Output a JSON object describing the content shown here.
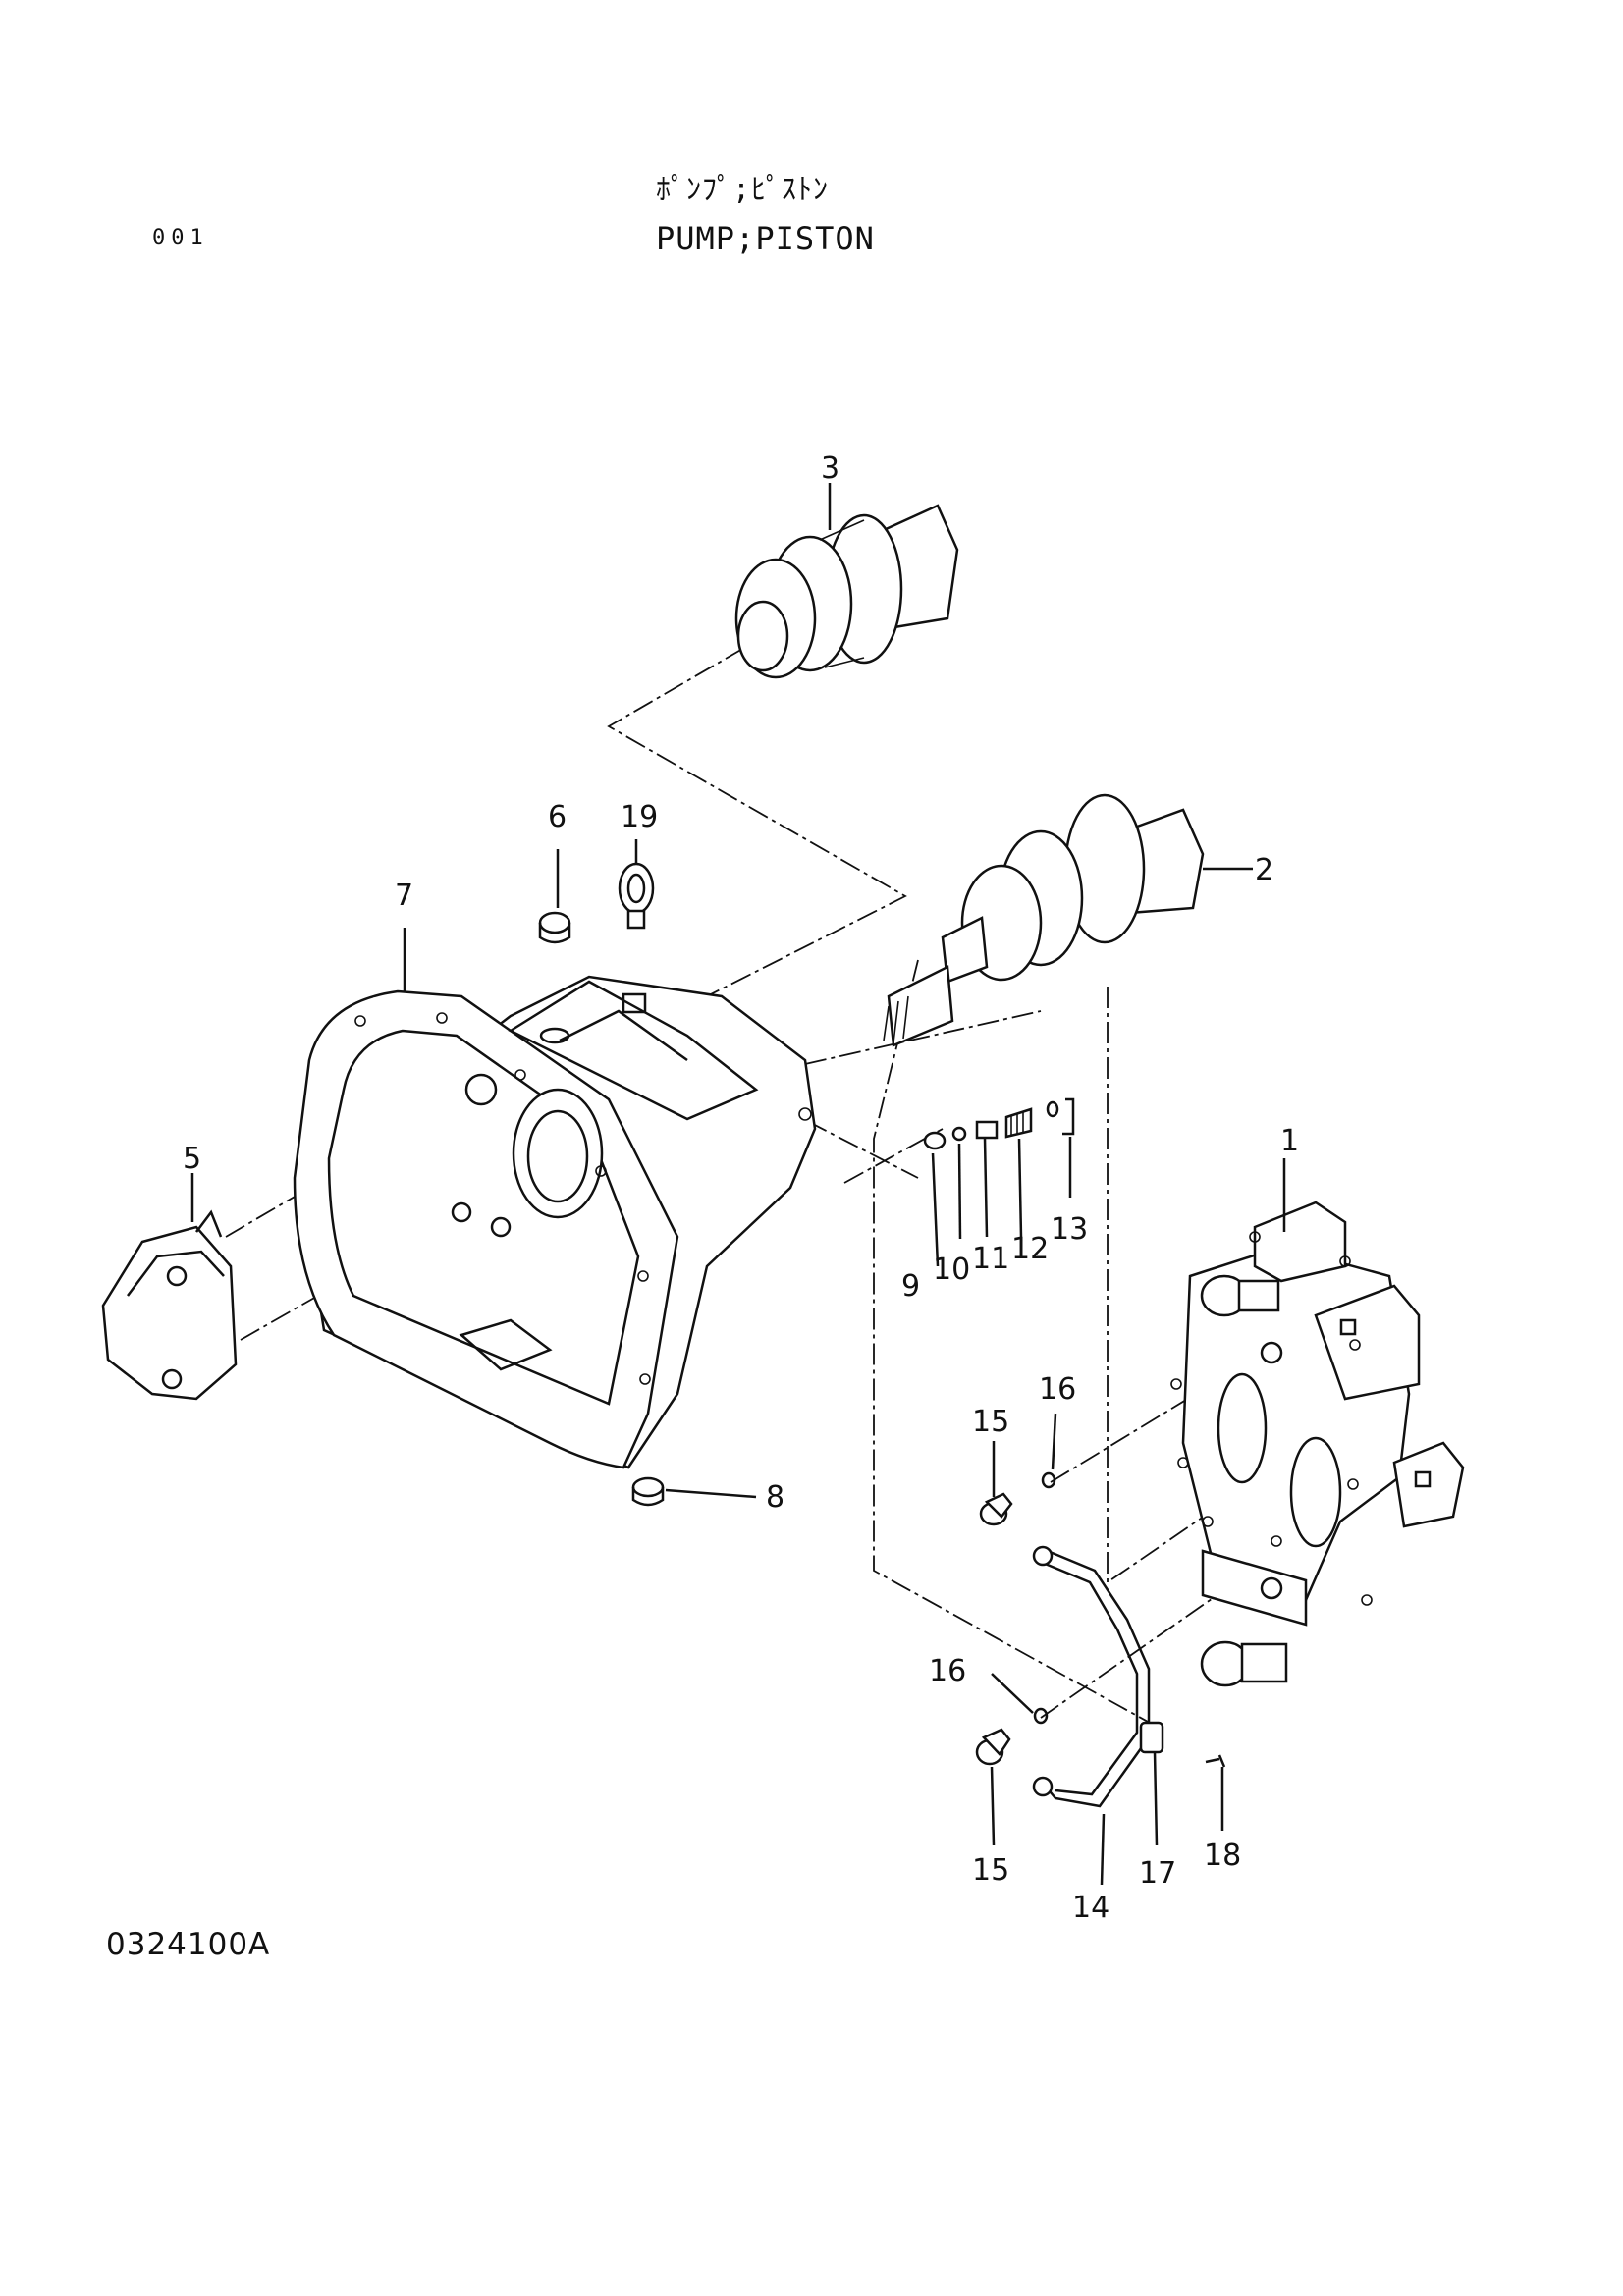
{
  "header": {
    "title_jp": "ﾎﾟﾝﾌﾟ;ﾋﾟｽﾄﾝ",
    "title_en": "PUMP;PISTON",
    "page_number": "001"
  },
  "footer": {
    "drawing_code": "0324100A"
  },
  "callouts": [
    "1",
    "2",
    "3",
    "5",
    "6",
    "7",
    "8",
    "9",
    "10",
    "11",
    "12",
    "13",
    "14",
    "15",
    "15",
    "16",
    "16",
    "17",
    "18",
    "19"
  ]
}
